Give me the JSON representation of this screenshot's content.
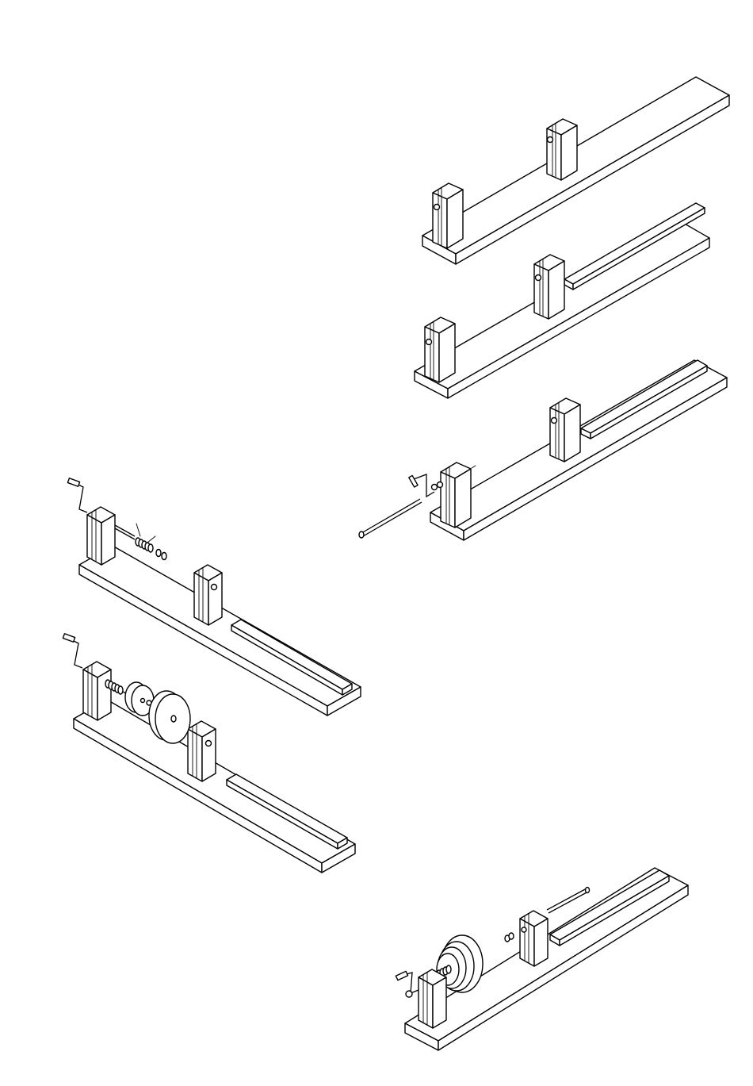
{
  "document": {
    "kind": "assembly-illustration",
    "background_color": "#ffffff",
    "line_color": "#000000",
    "steps": [
      {
        "id": "step-1",
        "parts": [
          "base-board",
          "left-upright",
          "right-upright"
        ]
      },
      {
        "id": "step-2",
        "parts": [
          "base-board",
          "left-upright",
          "right-upright",
          "guide-rail"
        ]
      },
      {
        "id": "step-3",
        "parts": [
          "base-board",
          "left-upright",
          "right-upright",
          "guide-rail",
          "crank-handle",
          "threaded-rod"
        ]
      },
      {
        "id": "step-4",
        "parts": [
          "base-board",
          "left-upright",
          "right-upright",
          "guide-rail",
          "crank-handle",
          "spring",
          "washers"
        ]
      },
      {
        "id": "step-5",
        "parts": [
          "base-board",
          "left-upright",
          "right-upright",
          "guide-rail",
          "crank-handle",
          "spring",
          "small-disc",
          "large-disc"
        ]
      },
      {
        "id": "step-6",
        "parts": [
          "base-board",
          "left-upright",
          "right-upright",
          "guide-rail",
          "crank-handle",
          "spring",
          "stacked-disc-wheel",
          "loose-rod",
          "nut"
        ]
      }
    ]
  }
}
